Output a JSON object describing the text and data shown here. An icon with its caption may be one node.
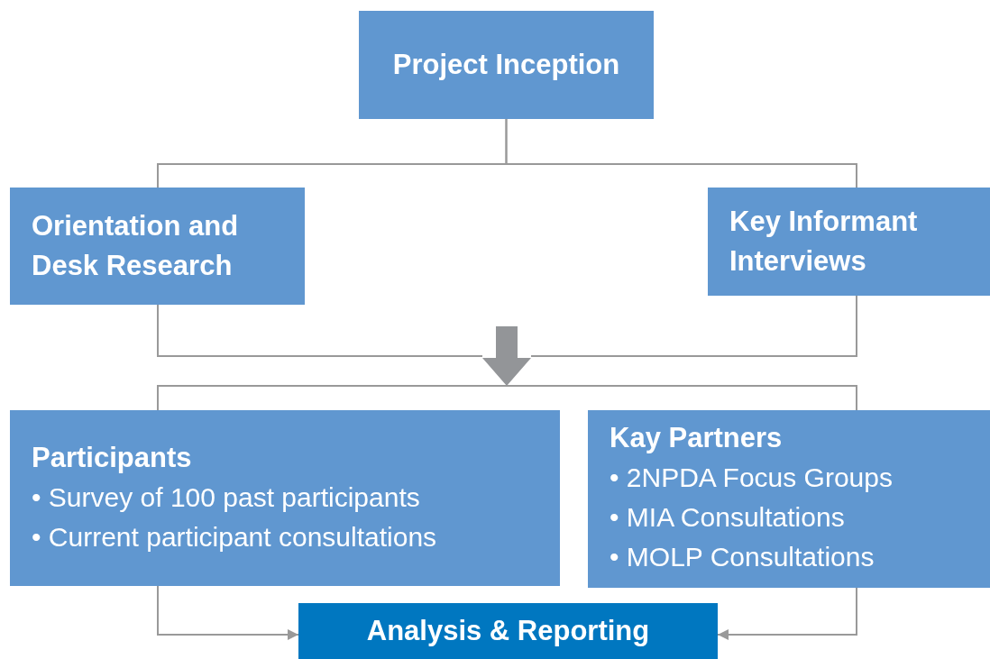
{
  "diagram": {
    "nodes": [
      {
        "text": [
          "Project Inception"
        ]
      },
      {
        "text": [
          "Orientation and Desk Research"
        ]
      },
      {
        "text": [
          "Key Informant Interviews"
        ]
      },
      {
        "text": [],
        "shape": "arrow"
      },
      {
        "text": [
          "Participants",
          "• Survey of 100 past participants",
          "• Current participant consultations"
        ]
      },
      {
        "text": [
          "Kay Partners",
          "• 2NPDA Focus Groups",
          "• MIA Consultations",
          "• MOLP Consultations"
        ]
      },
      {
        "text": [
          "Analysis & Reporting"
        ]
      }
    ],
    "edges": [
      {
        "from": 0,
        "to": 1,
        "arrow": "none"
      },
      {
        "from": 0,
        "to": 2,
        "arrow": "none"
      },
      {
        "from": 1,
        "to": 3,
        "arrow": "none"
      },
      {
        "from": 2,
        "to": 3,
        "arrow": "none"
      },
      {
        "from": 3,
        "to": 4,
        "arrow": "none"
      },
      {
        "from": 3,
        "to": 5,
        "arrow": "none"
      },
      {
        "from": 4,
        "to": 6,
        "arrow": "to"
      },
      {
        "from": 5,
        "to": 6,
        "arrow": "to"
      }
    ]
  }
}
